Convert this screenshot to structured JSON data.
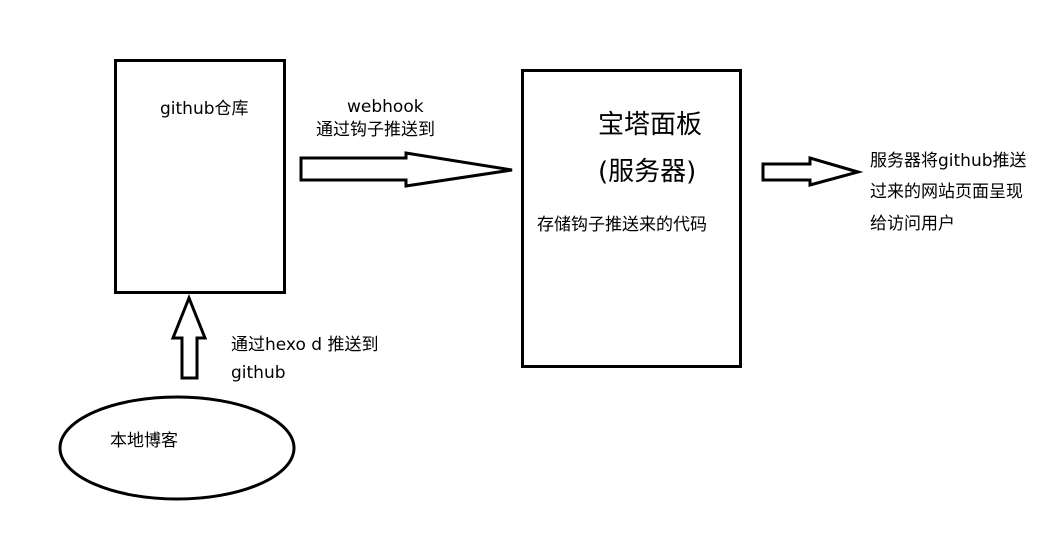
{
  "nodes": {
    "repo": {
      "label": "github仓库"
    },
    "server": {
      "title": "宝塔面板",
      "subtitle": "(服务器)",
      "note": "存储钩子推送来的代码"
    },
    "local": {
      "label": "本地博客"
    }
  },
  "edges": {
    "local_to_repo": {
      "line1": "通过hexo d 推送到",
      "line2": "github"
    },
    "repo_to_server": {
      "line1": "webhook",
      "line2": "通过钩子推送到"
    },
    "server_to_user": {
      "line1": "服务器将github推送",
      "line2": "过来的网站页面呈现",
      "line3": "给访问用户"
    }
  }
}
